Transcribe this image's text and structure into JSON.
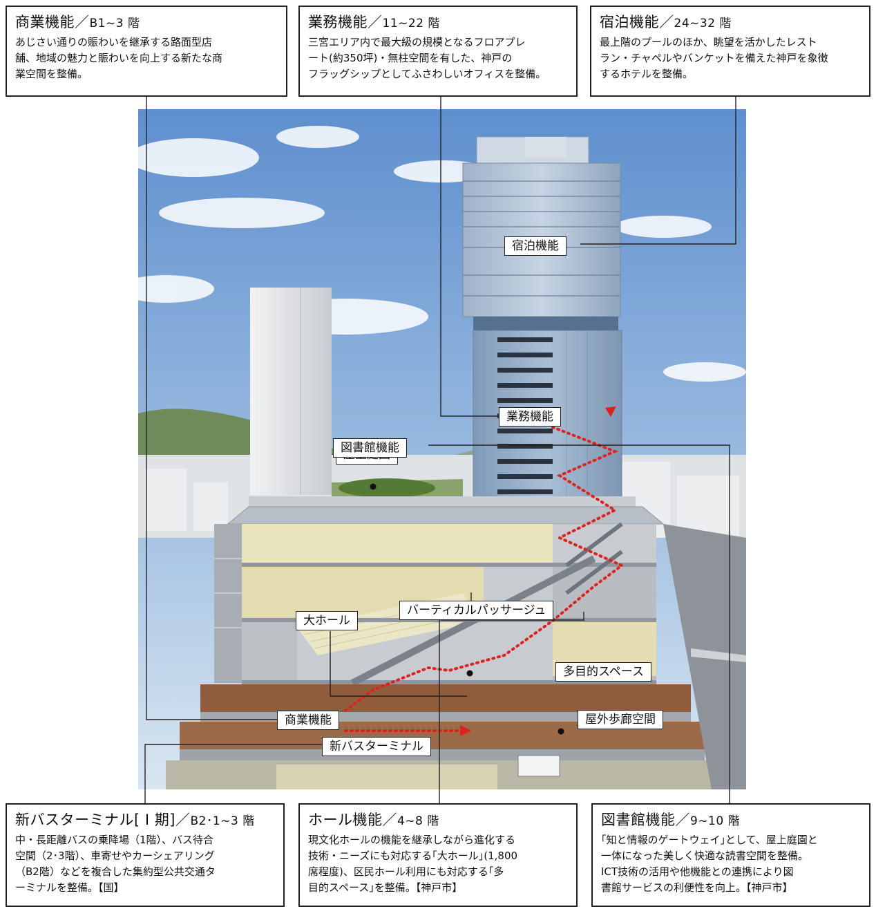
{
  "callouts": {
    "commercial": {
      "title": "商業機能／",
      "floors": "B1~3 階",
      "lines": [
        "あじさい通りの賑わいを継承する路面型店",
        "舗、地域の魅力と賑わいを向上する新たな商",
        "業空間を整備。"
      ]
    },
    "office": {
      "title": "業務機能／",
      "floors": "11~22 階",
      "lines": [
        "三宮エリア内で最大級の規模となるフロアプレ",
        "ート(約350坪)・無柱空間を有した、神戸の",
        "フラッグシップとしてふさわしいオフィスを整備。"
      ]
    },
    "hotel": {
      "title": "宿泊機能／",
      "floors": "24~32 階",
      "lines": [
        "最上階のプールのほか、眺望を活かしたレスト",
        "ラン・チャペルやバンケットを備えた神戸を象徴",
        "するホテルを整備。"
      ]
    },
    "bus": {
      "title": "新バスターミナル[ I 期]／",
      "floors": "B2･1~3 階",
      "lines": [
        "中・長距離バスの乗降場（1階）、バス待合",
        "空間（2･3階）、車寄せやカーシェアリング",
        "（B2階）などを複合した集約型公共交通タ",
        "ーミナルを整備。【国】"
      ]
    },
    "hall": {
      "title": "ホール機能／",
      "floors": "4~8 階",
      "lines": [
        "現文化ホールの機能を継承しながら進化する",
        "技術・ニーズにも対応する｢大ホール｣(1,800",
        "席程度)、区民ホール利用にも対応する｢多",
        "目的スペース｣を整備。【神戸市】"
      ]
    },
    "library": {
      "title": "図書館機能／",
      "floors": "9~10 階",
      "lines": [
        "｢知と情報のゲートウェイ｣として、屋上庭園と",
        "一体になった美しく快適な読書空間を整備。",
        "ICT技術の活用や他機能との連携により図",
        "書館サービスの利便性を向上。【神戸市】"
      ]
    }
  },
  "labels": {
    "hotel": "宿泊機能",
    "office": "業務機能",
    "rooftop": "屋上庭園",
    "library": "図書館機能",
    "vertical": "バーティカルパッサージュ",
    "big_hall": "大ホール",
    "multi": "多目的スペース",
    "commercial": "商業機能",
    "walkway": "屋外歩廊空間",
    "bus": "新バスターミナル"
  },
  "colors": {
    "line": "#222222",
    "arrow": "#e0201b",
    "sky_top": "#5e8fce",
    "sky_bottom": "#cfe0ef",
    "hall_interior": "#e3dcb0",
    "walkway_floor": "#8f5d3b"
  }
}
